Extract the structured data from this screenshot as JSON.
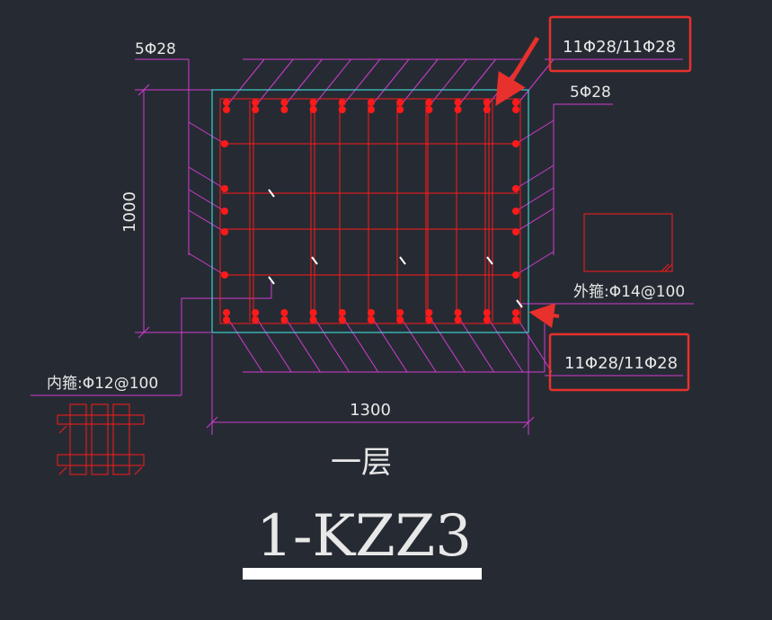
{
  "labels": {
    "top_left_bars": "5Φ28",
    "top_right_bars": "11Φ28/11Φ28",
    "right_side_bars": "5Φ28",
    "outer_stirrup": "外箍:Φ14@100",
    "bottom_right_bars": "11Φ28/11Φ28",
    "inner_stirrup": "内箍:Φ12@100",
    "height_dim": "1000",
    "width_dim": "1300",
    "floor": "一层",
    "column_id": "1-KZZ3"
  },
  "colors": {
    "background": "#262b33",
    "outline": "#3fd0d0",
    "rebar": "#ff1a1a",
    "leader": "#d23bd2",
    "highlight": "#e8302c",
    "text": "#e8e8e8"
  },
  "rebar": {
    "corner_bars_each_side": 11,
    "side_bars_each_side": 5
  }
}
